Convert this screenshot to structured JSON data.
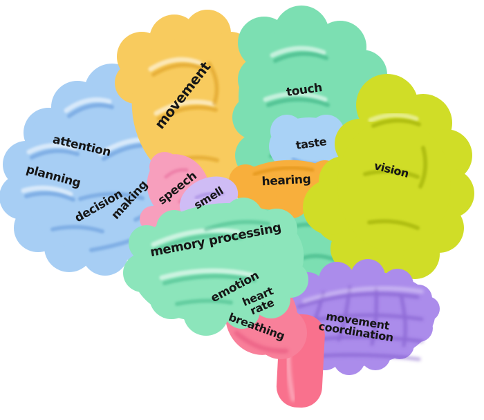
{
  "canvas": {
    "background": "#FFFFFF",
    "label_color": "#161616"
  },
  "labels": {
    "attention": "attention",
    "planning": "planning",
    "decision": "decision",
    "making": "making",
    "movement": "movement",
    "touch": "touch",
    "taste": "taste",
    "hearing": "hearing",
    "vision": "vision",
    "speech": "speech",
    "smell": "smell",
    "memory_processing": "memory processing",
    "emotion": "emotion",
    "heart_rate": "heart\nrate",
    "breathing": "breathing",
    "movement_coordination": "movement\ncoordination"
  },
  "colors": {
    "frontal": "#A7CEF4",
    "movement": "#F8CB5E",
    "touch": "#7CDFB2",
    "memory": "#8CE5BB",
    "vision": "#D0DD27",
    "taste": "#A9D2F6",
    "hearing": "#F8AF3C",
    "speech": "#F79FBD",
    "smell": "#CFBCF5",
    "cerebellum": "#AB8CEB",
    "brainstem": "#F9718D",
    "medulla": "#F8809A"
  }
}
